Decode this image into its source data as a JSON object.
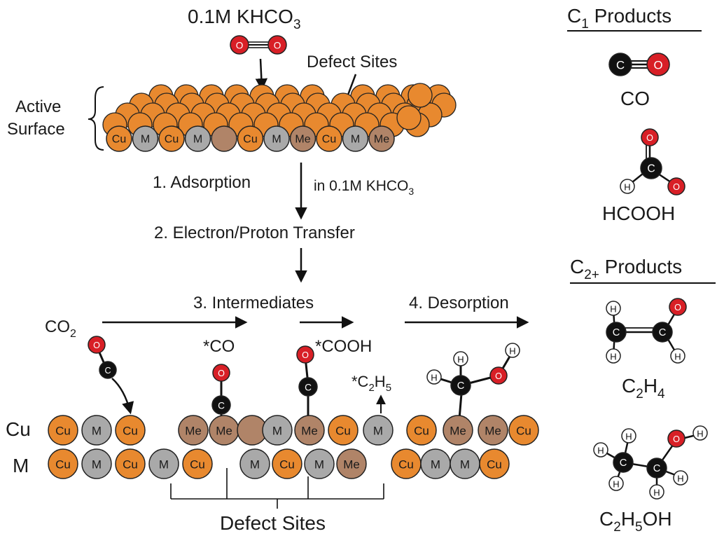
{
  "reaction": {
    "electrolyte_top": "0.1M KHCO",
    "electrolyte_top_sub": "3",
    "active_surface_line1": "Active",
    "active_surface_line2": "Surface",
    "defect_sites_top": "Defect Sites",
    "step1": "1. Adsorption",
    "condition": "in 0.1M KHCO",
    "condition_sub": "3",
    "step2": "2. Electron/Proton Transfer",
    "step3": "3. Intermediates",
    "step4": "4. Desorption",
    "co2": "CO",
    "co2_sub": "2",
    "int_co": "*CO",
    "int_cooh": "*COOH",
    "int_c2h5_a": "*C",
    "int_c2h5_b": "2",
    "int_c2h5_c": "H",
    "int_c2h5_d": "5",
    "row_cu": "Cu",
    "row_m": "M",
    "defect_sites_bottom": "Defect Sites"
  },
  "top_surface_atoms": [
    "Cu",
    "M",
    "Cu",
    "M",
    "",
    "Cu",
    "M",
    "Me",
    "Cu",
    "M",
    "Me"
  ],
  "bottom_row1": {
    "left": [
      "Cu",
      "M",
      "Cu"
    ],
    "mid": [
      "Me",
      "Me",
      "",
      "M",
      "Me",
      "Cu",
      "M"
    ],
    "right": [
      "Cu",
      "Me",
      "Me",
      "Cu"
    ]
  },
  "bottom_row2": {
    "left": [
      "Cu",
      "M",
      "Cu",
      "M",
      "Cu"
    ],
    "mid": [
      "M",
      "Cu",
      "M",
      "Me"
    ],
    "right": [
      "Cu",
      "M",
      "M",
      "Cu"
    ]
  },
  "products": {
    "c1_title": "C",
    "c1_sub": "1",
    "c1_suffix": " Products",
    "co_label": "CO",
    "hcooh_label": "HCOOH",
    "c2_title": "C",
    "c2_sub": "2+",
    "c2_suffix": " Products",
    "c2h4_a": "C",
    "c2h4_b": "2",
    "c2h4_c": "H",
    "c2h4_d": "4",
    "c2h5oh_a": "C",
    "c2h5oh_b": "2",
    "c2h5oh_c": "H",
    "c2h5oh_d": "5",
    "c2h5oh_e": "OH"
  },
  "atom_symbols": {
    "carbon": "C",
    "oxygen": "O",
    "hydrogen": "H"
  },
  "colors": {
    "cu": "#e8892f",
    "m": "#a9a9a9",
    "me": "#b08468",
    "carbon": "#111111",
    "oxygen": "#d81f26",
    "hydrogen": "#ffffff"
  }
}
